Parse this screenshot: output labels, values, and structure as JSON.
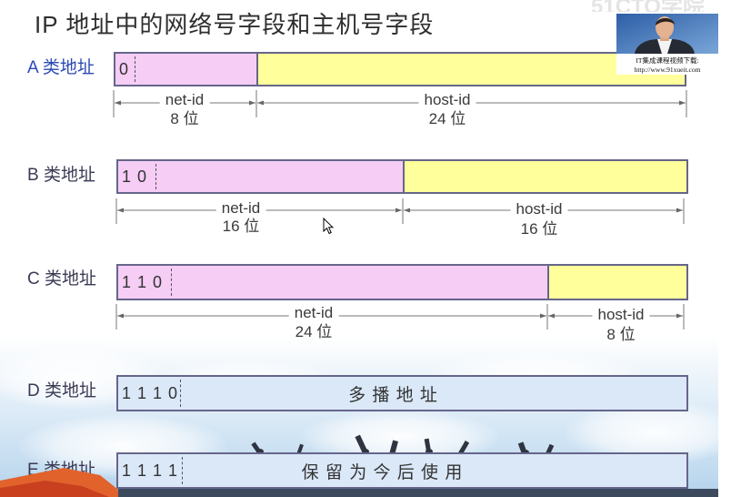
{
  "title": "IP 地址中的网络号字段和主机号字段",
  "watermark": "51CTO学院",
  "promo": {
    "caption": "IT集成课程视频下载:",
    "url": "http://www.91xueit.com"
  },
  "colors": {
    "net_id_fill": "#f5cdf5",
    "host_id_fill": "#ffff9c",
    "special_fill": "#dae8f8",
    "border": "#66668a",
    "label_a": "#2b49b3",
    "label": "#3a3a55"
  },
  "classes": [
    {
      "label": "A 类地址",
      "prefix": "0",
      "net": {
        "name": "net-id",
        "size": "8 位"
      },
      "host": {
        "name": "host-id",
        "size": "24 位"
      }
    },
    {
      "label": "B 类地址",
      "prefix": "1 0",
      "net": {
        "name": "net-id",
        "size": "16 位"
      },
      "host": {
        "name": "host-id",
        "size": "16 位"
      }
    },
    {
      "label": "C 类地址",
      "prefix": "1 1 0",
      "net": {
        "name": "net-id",
        "size": "24 位"
      },
      "host": {
        "name": "host-id",
        "size": "8 位"
      }
    },
    {
      "label": "D 类地址",
      "prefix": "1 1 1 0",
      "text": "多 播 地 址"
    },
    {
      "label": "E 类地址",
      "prefix": "1 1 1 1",
      "text": "保 留 为 今 后 使 用"
    }
  ],
  "icons": {
    "cursor": "mouse-cursor-icon",
    "presenter": "presenter-photo"
  }
}
